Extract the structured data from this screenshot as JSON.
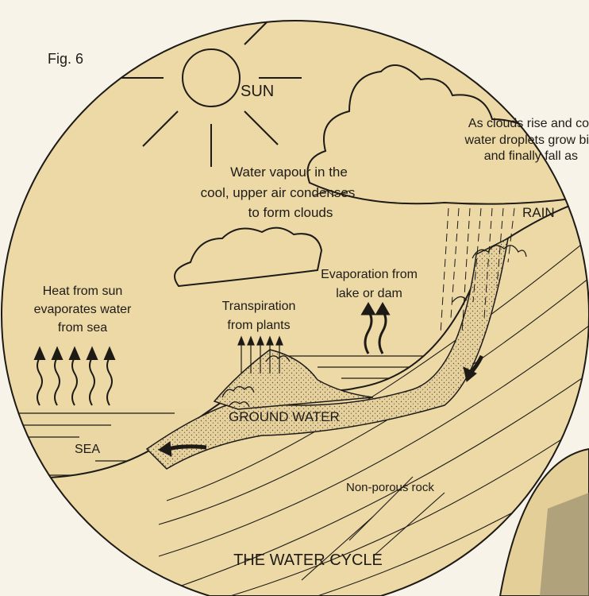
{
  "figure_label": "Fig. 6",
  "title": "THE WATER CYCLE",
  "labels": {
    "sun": "SUN",
    "rain": "RAIN",
    "sea": "SEA",
    "ground_water": "GROUND WATER",
    "non_porous_rock": "Non-porous rock",
    "clouds_rise": [
      "As clouds rise and co",
      "water droplets grow bi",
      "and finally fall as"
    ],
    "condense": [
      "Water vapour in the",
      "cool, upper air condenses",
      "to form clouds"
    ],
    "evap_lake": [
      "Evaporation from",
      "lake or dam"
    ],
    "transpiration": [
      "Transpiration",
      "from plants"
    ],
    "heat_sun": [
      "Heat from sun",
      "evaporates water",
      "from sea"
    ]
  },
  "colors": {
    "paper": "#f7f3e8",
    "disc": "#ecd9a6",
    "ink": "#1e1b17"
  }
}
